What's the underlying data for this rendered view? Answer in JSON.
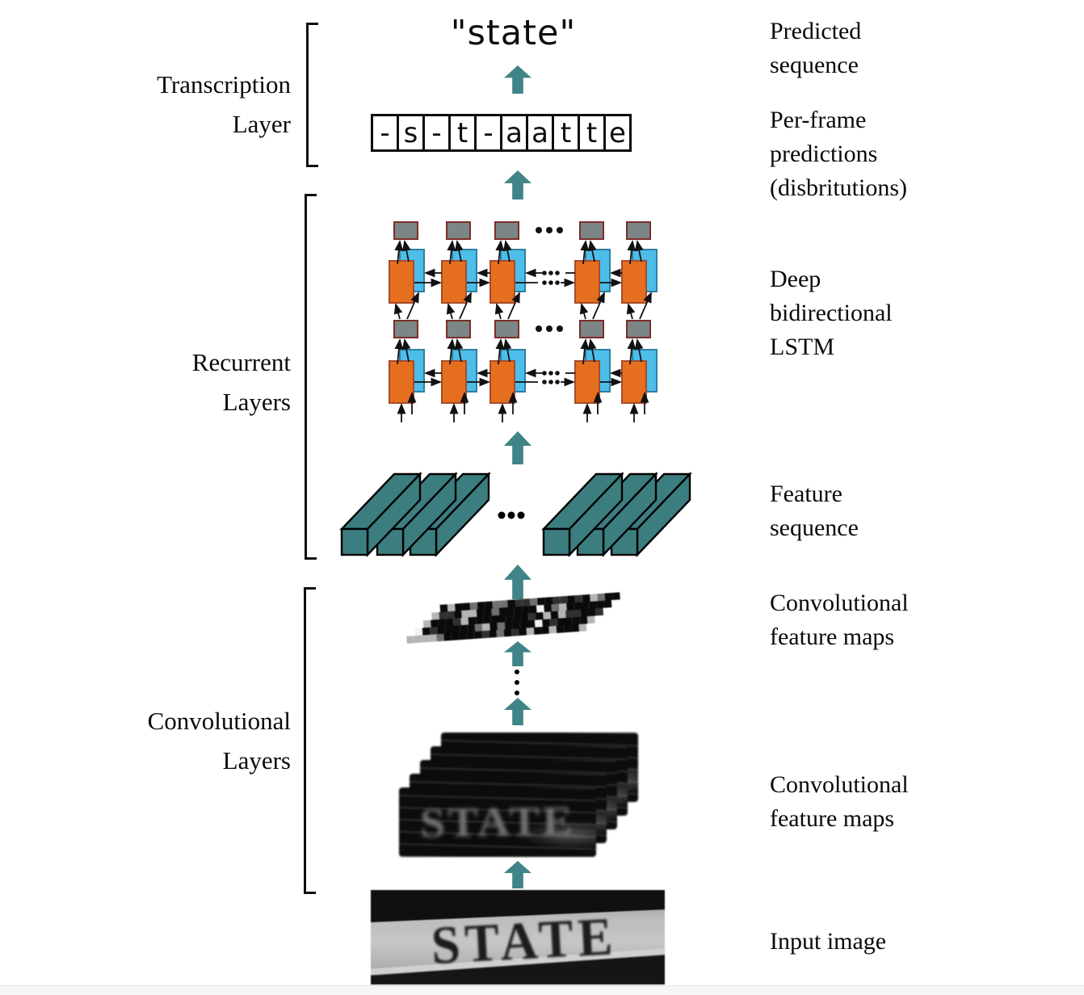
{
  "predicted_word": "\"state\"",
  "frame_cells": [
    "-",
    "s",
    "-",
    "t",
    "-",
    "a",
    "a",
    "t",
    "t",
    "e"
  ],
  "left_labels": [
    {
      "lines": [
        "Transcription",
        "Layer"
      ]
    },
    {
      "lines": [
        "Recurrent",
        "Layers"
      ]
    },
    {
      "lines": [
        "Convolutional",
        "Layers"
      ]
    }
  ],
  "right_labels": [
    {
      "lines": [
        "Predicted",
        "sequence"
      ]
    },
    {
      "lines": [
        "Per-frame",
        "predictions",
        "(disbritutions)"
      ]
    },
    {
      "lines": [
        "Deep",
        "bidirectional",
        "LSTM"
      ]
    },
    {
      "lines": [
        "Feature",
        "sequence"
      ]
    },
    {
      "lines": [
        "Convolutional",
        "feature maps"
      ]
    },
    {
      "lines": [
        "Convolutional",
        "feature maps"
      ]
    },
    {
      "lines": [
        "Input image"
      ]
    }
  ],
  "image_texts": {
    "conv_map_word": "STATE",
    "input_word": "STATE"
  },
  "accent_colors": {
    "arrow_teal": "#3F8486",
    "bar_teal": "#3C7E7F",
    "lstm_orange": "#E56F1F",
    "lstm_orange_border": "#A84A2A",
    "lstm_blue": "#4DBDE9",
    "lstm_blue_border": "#2E7FA0",
    "gray_box": "#7C8687",
    "gray_box_border": "#7B2D26",
    "line_black": "#111111"
  }
}
